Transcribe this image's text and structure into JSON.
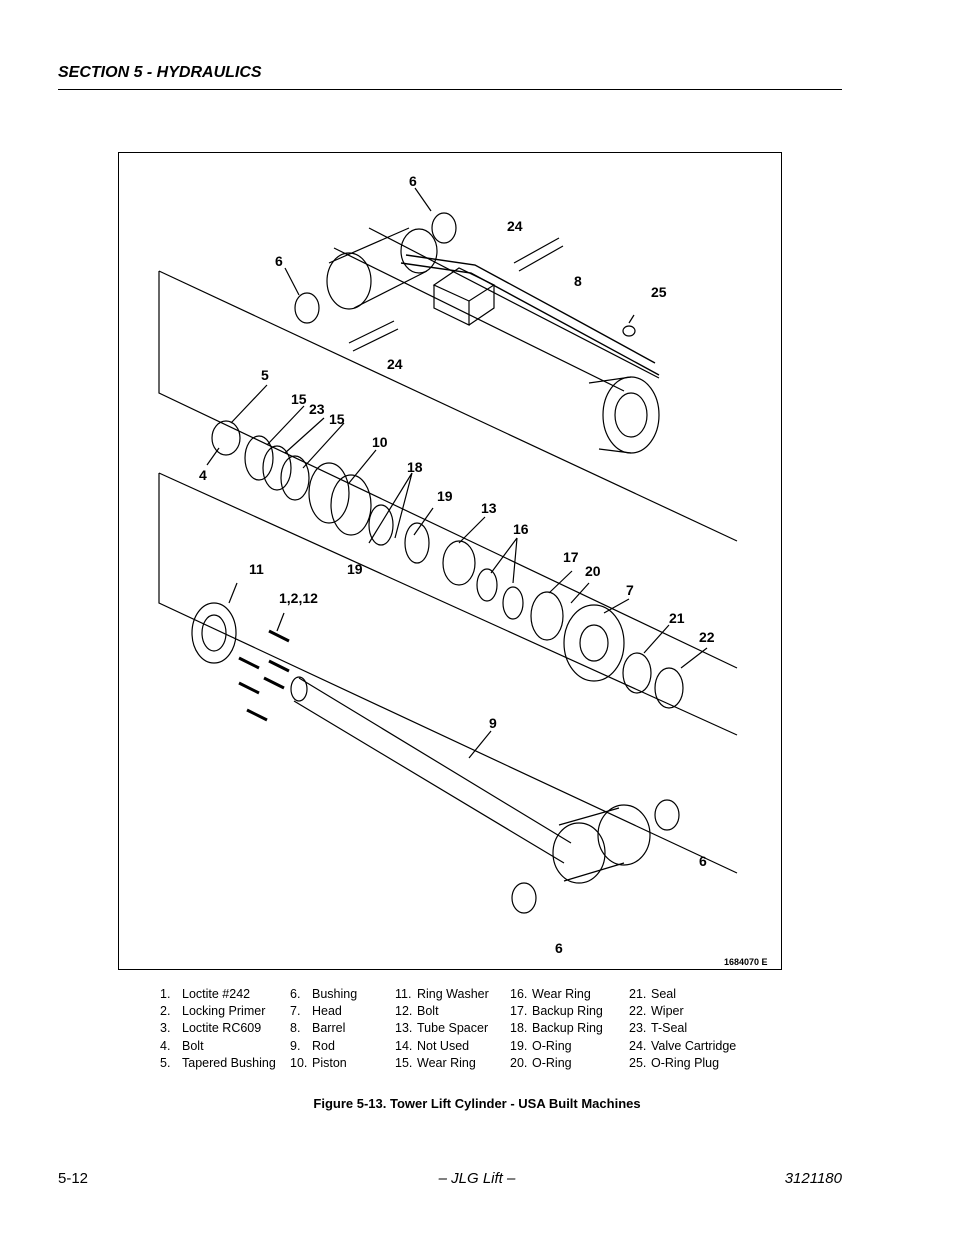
{
  "header": {
    "section_title": "SECTION 5 - HYDRAULICS"
  },
  "figure": {
    "drawing_number": "1684070 E",
    "callouts": [
      "6",
      "24",
      "6",
      "8",
      "25",
      "24",
      "5",
      "15",
      "23",
      "15",
      "10",
      "4",
      "18",
      "19",
      "13",
      "16",
      "19",
      "11",
      "17",
      "20",
      "7",
      "1,2,12",
      "21",
      "22",
      "9",
      "6",
      "6"
    ],
    "caption": "Figure 5-13.  Tower Lift Cylinder - USA Built Machines"
  },
  "legend": {
    "columns": [
      [
        {
          "num": "1.",
          "label": "Loctite #242"
        },
        {
          "num": "2.",
          "label": "Locking Primer"
        },
        {
          "num": "3.",
          "label": "Loctite RC609"
        },
        {
          "num": "4.",
          "label": "Bolt"
        },
        {
          "num": "5.",
          "label": "Tapered Bushing"
        }
      ],
      [
        {
          "num": "6.",
          "label": "Bushing"
        },
        {
          "num": "7.",
          "label": "Head"
        },
        {
          "num": "8.",
          "label": "Barrel"
        },
        {
          "num": "9.",
          "label": "Rod"
        },
        {
          "num": "10.",
          "label": "Piston"
        }
      ],
      [
        {
          "num": "11.",
          "label": "Ring Washer"
        },
        {
          "num": "12.",
          "label": "Bolt"
        },
        {
          "num": "13.",
          "label": "Tube Spacer"
        },
        {
          "num": "14.",
          "label": "Not Used"
        },
        {
          "num": "15.",
          "label": "Wear Ring"
        }
      ],
      [
        {
          "num": "16.",
          "label": "Wear Ring"
        },
        {
          "num": "17.",
          "label": "Backup Ring"
        },
        {
          "num": "18.",
          "label": "Backup Ring"
        },
        {
          "num": "19.",
          "label": "O-Ring"
        },
        {
          "num": "20.",
          "label": "O-Ring"
        }
      ],
      [
        {
          "num": "21.",
          "label": "Seal"
        },
        {
          "num": "22.",
          "label": "Wiper"
        },
        {
          "num": "23.",
          "label": "T-Seal"
        },
        {
          "num": "24.",
          "label": "Valve Cartridge"
        },
        {
          "num": "25.",
          "label": "O-Ring Plug"
        }
      ]
    ]
  },
  "footer": {
    "page_number": "5-12",
    "publisher": "– JLG Lift –",
    "document_number": "3121180"
  }
}
